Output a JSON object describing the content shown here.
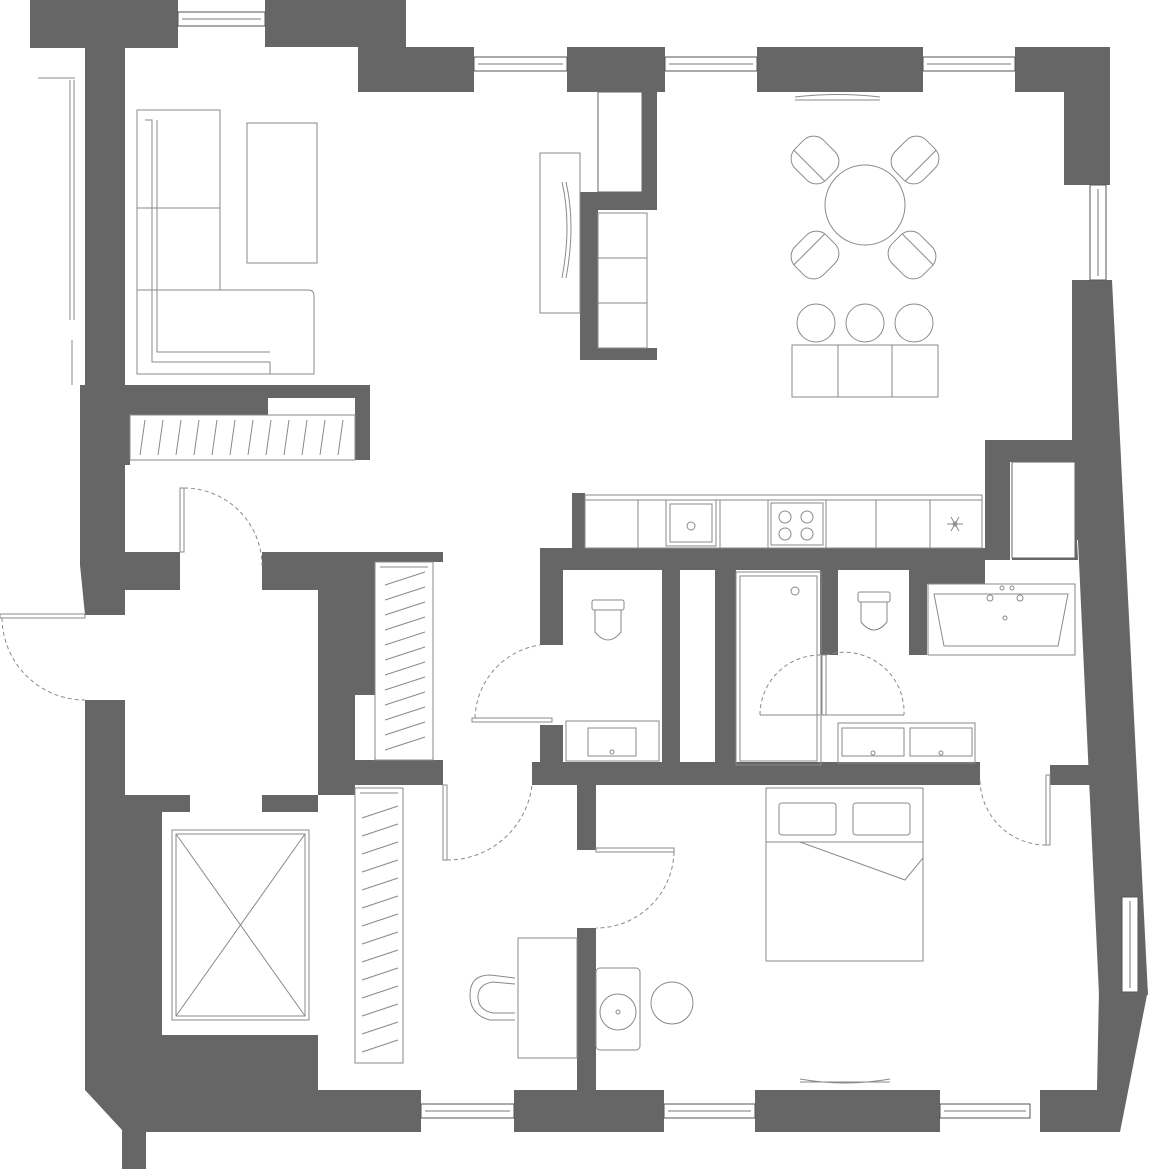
{
  "colors": {
    "wall": "#666666",
    "line": "#8a8a8a",
    "background": "#ffffff"
  },
  "floor_plan": {
    "rooms": [
      {
        "id": "living-room",
        "furniture": [
          "corner-sofa",
          "coffee-table",
          "tv-stand",
          "tv",
          "bench"
        ]
      },
      {
        "id": "dining-area",
        "furniture": [
          "round-dining-table",
          "armchair",
          "armchair",
          "armchair",
          "armchair",
          "bar-stool",
          "bar-stool",
          "bar-stool",
          "bar-counter",
          "radiator"
        ]
      },
      {
        "id": "kitchen",
        "furniture": [
          "kitchen-counter",
          "sink",
          "cooktop",
          "fridge-snowflake-icon",
          "tall-cabinet"
        ]
      },
      {
        "id": "entrance-hall",
        "furniture": [
          "shoe-rack",
          "wardrobe"
        ]
      },
      {
        "id": "wc",
        "furniture": [
          "toilet",
          "washbasin"
        ]
      },
      {
        "id": "bathroom",
        "furniture": [
          "shower-tray",
          "toilet",
          "bathtub",
          "double-washbasin"
        ]
      },
      {
        "id": "study",
        "furniture": [
          "wardrobe",
          "desk",
          "office-chair"
        ]
      },
      {
        "id": "bedroom",
        "furniture": [
          "double-bed",
          "pillow",
          "pillow",
          "washing-machine",
          "round-side-table",
          "radiator"
        ]
      },
      {
        "id": "balcony-shaft",
        "furniture": [
          "void-cross"
        ]
      }
    ],
    "doors": [
      "entrance-door",
      "hall-door",
      "wc-door",
      "bathroom-door",
      "study-door",
      "bedroom-door",
      "study-inner-door",
      "living-door"
    ],
    "windows": 9
  }
}
